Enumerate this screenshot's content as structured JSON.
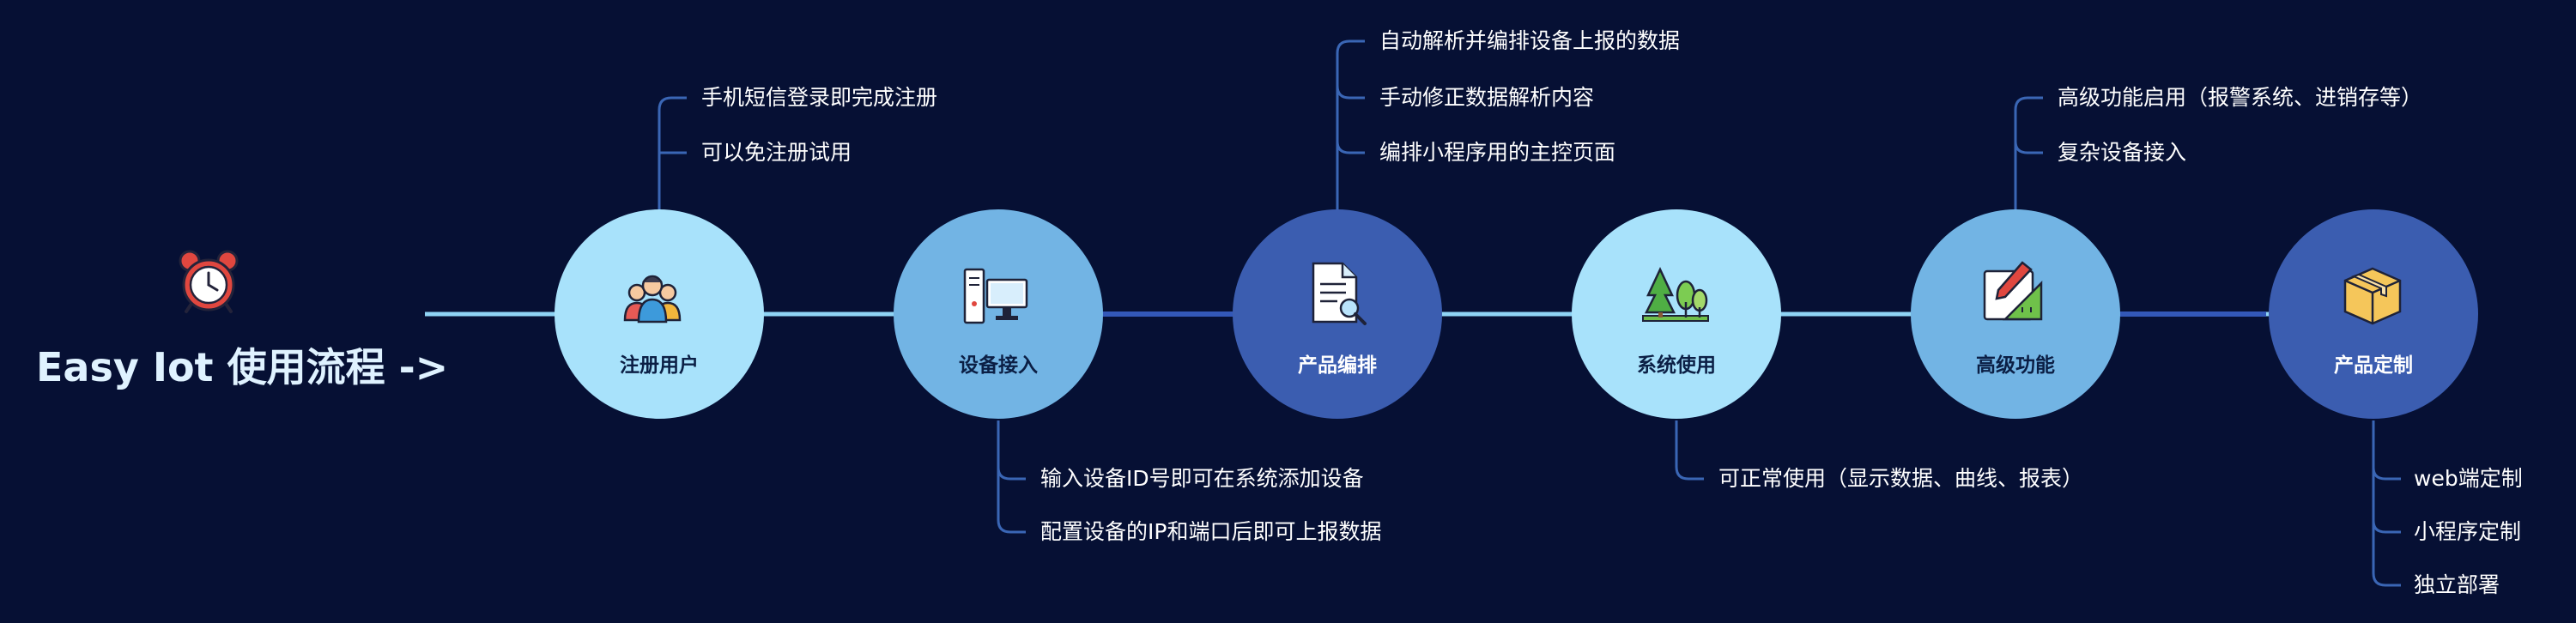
{
  "title": "Easy Iot 使用流程 ->",
  "colors": {
    "background": "#061034",
    "line_light": "#8fd4f5",
    "line_dark": "#3358b8",
    "connector": "#3a66b5"
  },
  "steps": [
    {
      "label": "注册用户",
      "icon": "people-icon",
      "fill": "#a8e2fb",
      "text_color": "#0b1f45"
    },
    {
      "label": "设备接入",
      "icon": "computer-icon",
      "fill": "#72b4e4",
      "text_color": "#0b1f45"
    },
    {
      "label": "产品编排",
      "icon": "document-search-icon",
      "fill": "#3b5db0",
      "text_color": "#ffffff"
    },
    {
      "label": "系统使用",
      "icon": "trees-icon",
      "fill": "#a8e2fb",
      "text_color": "#0b1f45"
    },
    {
      "label": "高级功能",
      "icon": "pen-ruler-icon",
      "fill": "#72b4e4",
      "text_color": "#0b1f45"
    },
    {
      "label": "产品定制",
      "icon": "box-icon",
      "fill": "#3b5db0",
      "text_color": "#ffffff"
    }
  ],
  "notes": {
    "register": [
      "手机短信登录即完成注册",
      "可以免注册试用"
    ],
    "device": [
      "输入设备ID号即可在系统添加设备",
      "配置设备的IP和端口后即可上报数据"
    ],
    "product": [
      "自动解析并编排设备上报的数据",
      "手动修正数据解析内容",
      "编排小程序用的主控页面"
    ],
    "usage": [
      "可正常使用（显示数据、曲线、报表）"
    ],
    "advanced": [
      "高级功能启用（报警系统、进销存等）",
      "复杂设备接入"
    ],
    "custom": [
      "web端定制",
      "小程序定制",
      "独立部署"
    ]
  }
}
